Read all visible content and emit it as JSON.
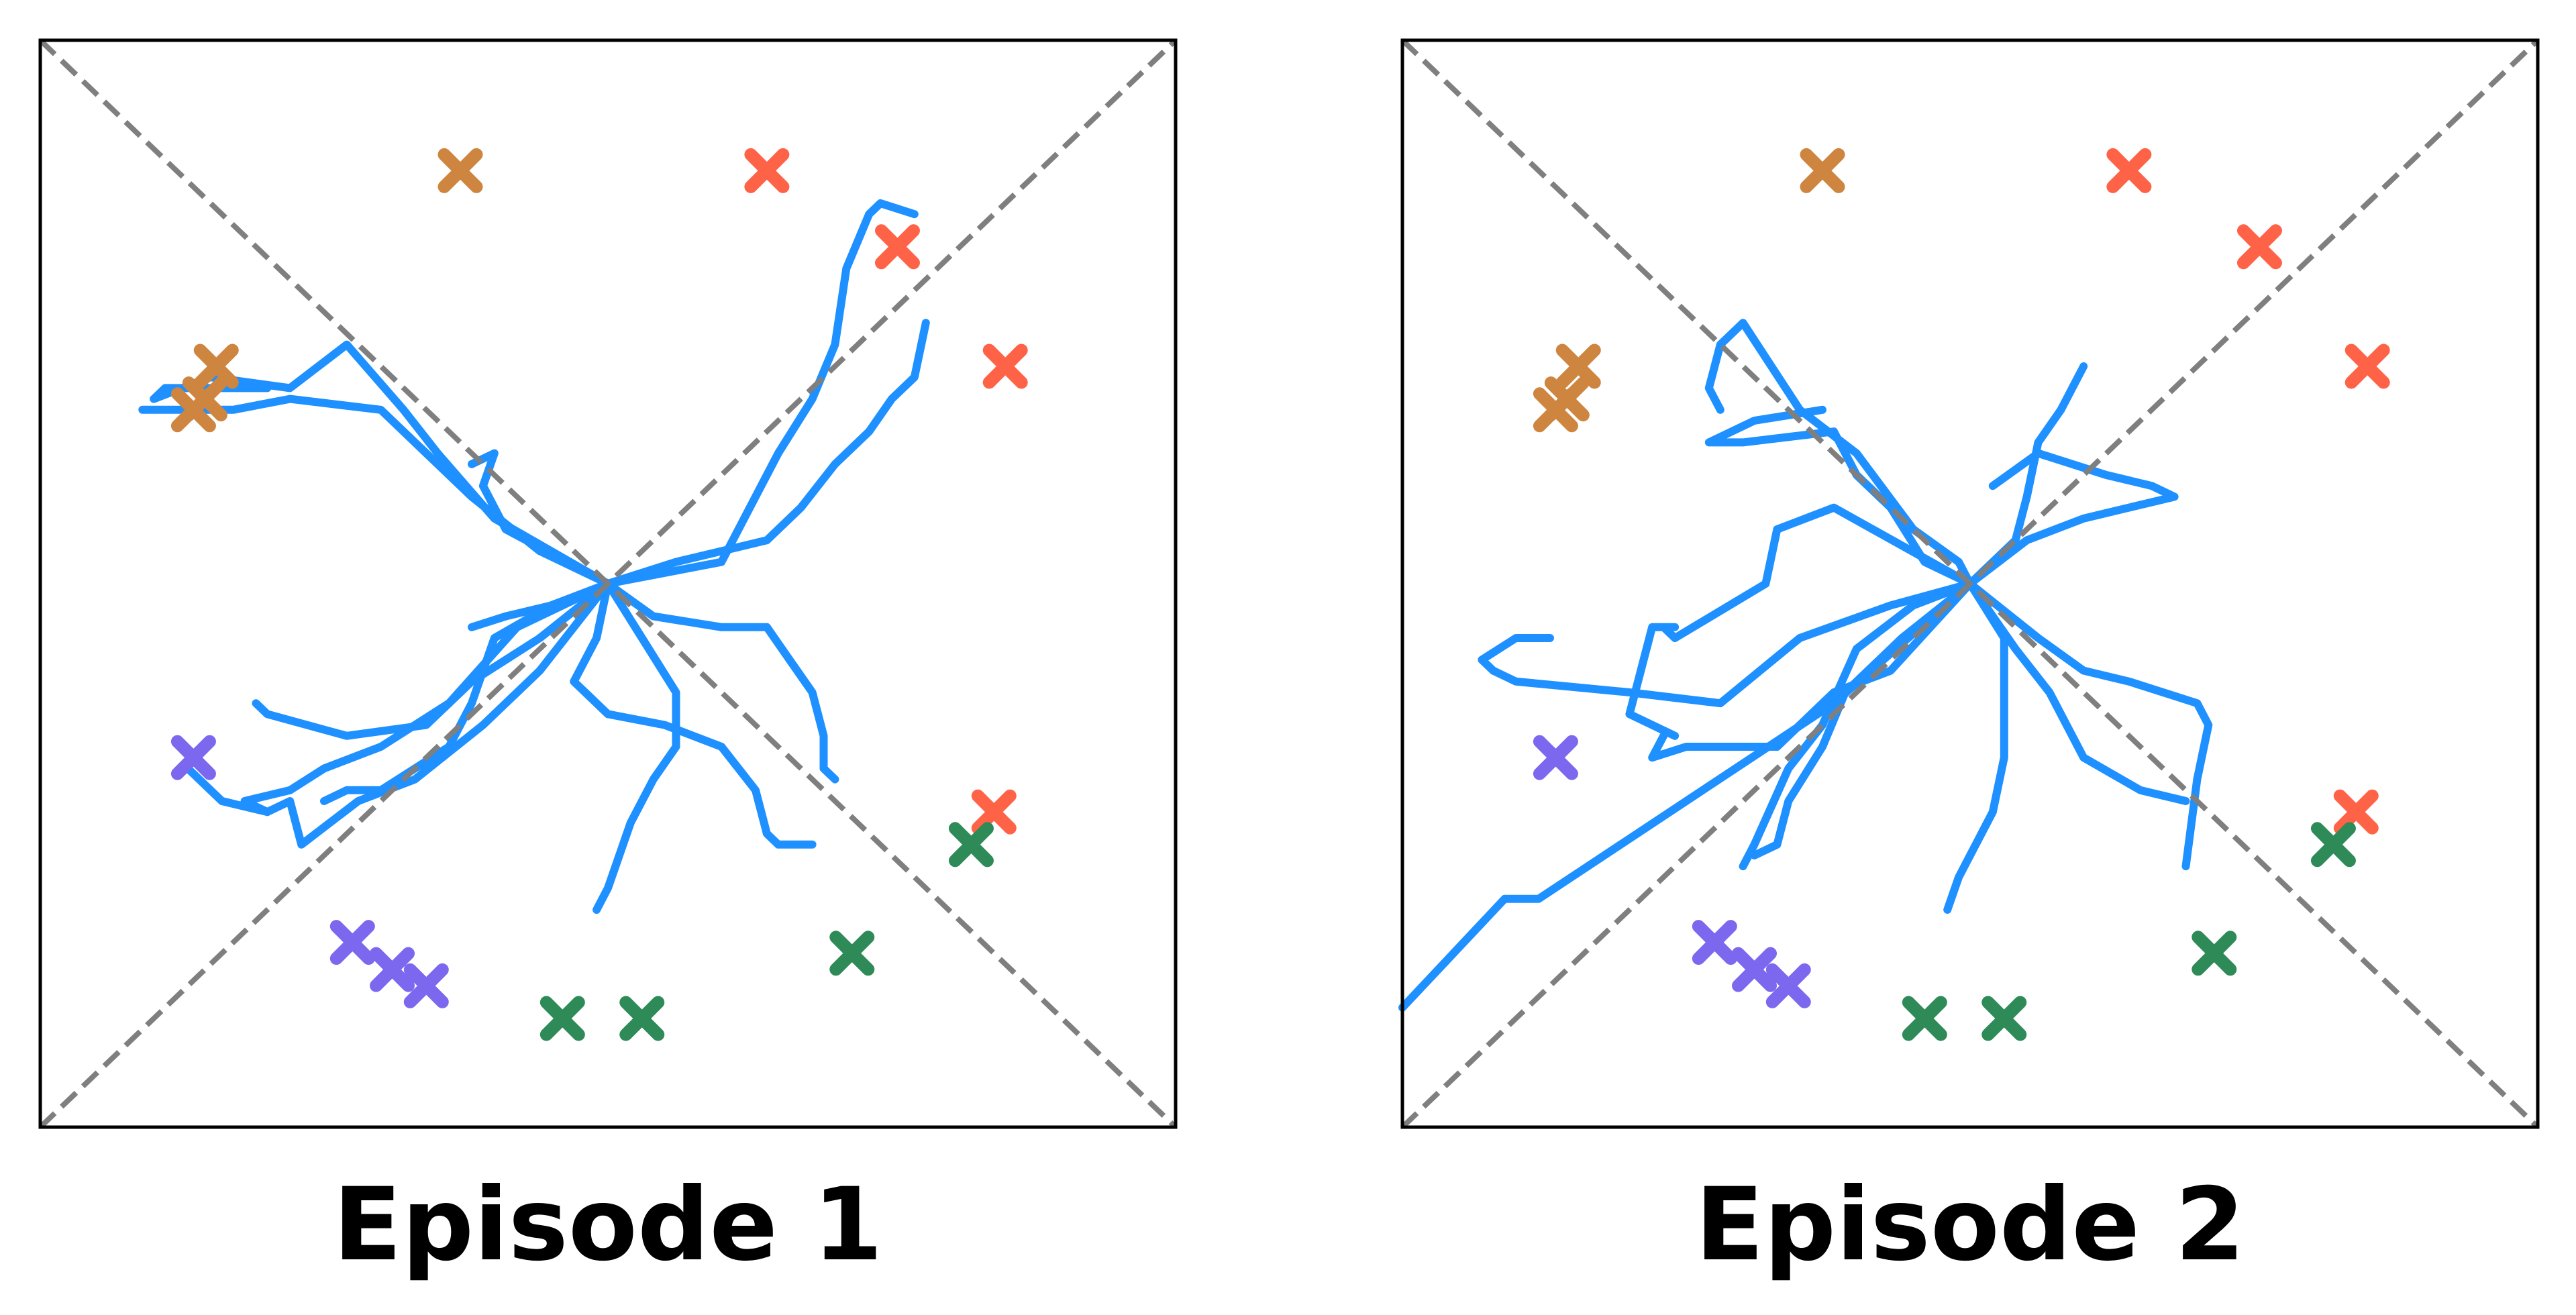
{
  "colors": {
    "trajectory": "#1e90ff",
    "brown": "#cd853f",
    "red": "#ff6347",
    "purple": "#7b68ee",
    "green": "#2e8b57",
    "diagonal": "#7f7f7f"
  },
  "chart_data": [
    {
      "type": "scatter",
      "title": "Episode 1",
      "xlim": [
        0,
        1
      ],
      "ylim": [
        0,
        1
      ],
      "grid": false,
      "ticks": false,
      "reference_lines": [
        {
          "style": "dashed",
          "x": [
            0,
            1
          ],
          "y": [
            0,
            1
          ]
        },
        {
          "style": "dashed",
          "x": [
            0,
            1
          ],
          "y": [
            1,
            0
          ]
        }
      ],
      "goals": [
        {
          "color": "brown",
          "points": [
            [
              0.37,
              0.88
            ],
            [
              0.155,
              0.7
            ],
            [
              0.145,
              0.67
            ],
            [
              0.135,
              0.66
            ]
          ]
        },
        {
          "color": "red",
          "points": [
            [
              0.64,
              0.88
            ],
            [
              0.755,
              0.81
            ],
            [
              0.85,
              0.7
            ],
            [
              0.84,
              0.29
            ]
          ]
        },
        {
          "color": "purple",
          "points": [
            [
              0.135,
              0.34
            ],
            [
              0.275,
              0.17
            ],
            [
              0.31,
              0.145
            ],
            [
              0.34,
              0.13
            ]
          ]
        },
        {
          "color": "green",
          "points": [
            [
              0.82,
              0.26
            ],
            [
              0.715,
              0.16
            ],
            [
              0.46,
              0.1
            ],
            [
              0.53,
              0.1
            ]
          ]
        }
      ],
      "trajectories": [
        [
          [
            0.5,
            0.5
          ],
          [
            0.44,
            0.42
          ],
          [
            0.39,
            0.37
          ],
          [
            0.33,
            0.32
          ],
          [
            0.28,
            0.3
          ],
          [
            0.23,
            0.26
          ],
          [
            0.22,
            0.3
          ],
          [
            0.2,
            0.29
          ],
          [
            0.16,
            0.3
          ],
          [
            0.13,
            0.33
          ]
        ],
        [
          [
            0.5,
            0.5
          ],
          [
            0.4,
            0.56
          ],
          [
            0.35,
            0.62
          ],
          [
            0.32,
            0.66
          ],
          [
            0.27,
            0.72
          ],
          [
            0.22,
            0.68
          ],
          [
            0.15,
            0.69
          ],
          [
            0.1,
            0.67
          ],
          [
            0.11,
            0.68
          ],
          [
            0.2,
            0.68
          ]
        ],
        [
          [
            0.5,
            0.5
          ],
          [
            0.44,
            0.53
          ],
          [
            0.38,
            0.58
          ],
          [
            0.35,
            0.61
          ],
          [
            0.3,
            0.66
          ],
          [
            0.22,
            0.67
          ],
          [
            0.17,
            0.66
          ],
          [
            0.09,
            0.66
          ]
        ],
        [
          [
            0.5,
            0.5
          ],
          [
            0.6,
            0.52
          ],
          [
            0.62,
            0.56
          ],
          [
            0.65,
            0.62
          ],
          [
            0.68,
            0.67
          ],
          [
            0.7,
            0.72
          ],
          [
            0.71,
            0.79
          ],
          [
            0.73,
            0.84
          ],
          [
            0.74,
            0.85
          ],
          [
            0.77,
            0.84
          ]
        ],
        [
          [
            0.5,
            0.5
          ],
          [
            0.56,
            0.52
          ],
          [
            0.6,
            0.53
          ],
          [
            0.64,
            0.54
          ],
          [
            0.67,
            0.57
          ],
          [
            0.7,
            0.61
          ],
          [
            0.73,
            0.64
          ],
          [
            0.75,
            0.67
          ],
          [
            0.77,
            0.69
          ],
          [
            0.78,
            0.74
          ]
        ],
        [
          [
            0.5,
            0.5
          ],
          [
            0.53,
            0.45
          ],
          [
            0.56,
            0.4
          ],
          [
            0.56,
            0.35
          ],
          [
            0.54,
            0.32
          ],
          [
            0.52,
            0.28
          ],
          [
            0.51,
            0.25
          ],
          [
            0.5,
            0.22
          ],
          [
            0.49,
            0.2
          ]
        ],
        [
          [
            0.5,
            0.5
          ],
          [
            0.54,
            0.47
          ],
          [
            0.6,
            0.46
          ],
          [
            0.64,
            0.46
          ],
          [
            0.66,
            0.43
          ],
          [
            0.68,
            0.4
          ],
          [
            0.69,
            0.36
          ],
          [
            0.69,
            0.33
          ],
          [
            0.7,
            0.32
          ]
        ],
        [
          [
            0.5,
            0.5
          ],
          [
            0.49,
            0.45
          ],
          [
            0.47,
            0.41
          ],
          [
            0.5,
            0.38
          ],
          [
            0.55,
            0.37
          ],
          [
            0.6,
            0.35
          ],
          [
            0.63,
            0.31
          ],
          [
            0.64,
            0.27
          ],
          [
            0.65,
            0.26
          ],
          [
            0.68,
            0.26
          ]
        ],
        [
          [
            0.5,
            0.5
          ],
          [
            0.45,
            0.48
          ],
          [
            0.4,
            0.45
          ],
          [
            0.38,
            0.39
          ],
          [
            0.36,
            0.35
          ],
          [
            0.3,
            0.31
          ],
          [
            0.27,
            0.31
          ],
          [
            0.25,
            0.3
          ]
        ],
        [
          [
            0.5,
            0.5
          ],
          [
            0.42,
            0.46
          ],
          [
            0.36,
            0.39
          ],
          [
            0.3,
            0.35
          ],
          [
            0.25,
            0.33
          ],
          [
            0.22,
            0.31
          ],
          [
            0.18,
            0.3
          ],
          [
            0.2,
            0.29
          ]
        ],
        [
          [
            0.5,
            0.5
          ],
          [
            0.41,
            0.55
          ],
          [
            0.39,
            0.59
          ],
          [
            0.4,
            0.62
          ],
          [
            0.38,
            0.61
          ]
        ],
        [
          [
            0.5,
            0.5
          ],
          [
            0.45,
            0.48
          ],
          [
            0.41,
            0.47
          ],
          [
            0.38,
            0.46
          ]
        ],
        [
          [
            0.5,
            0.5
          ],
          [
            0.44,
            0.45
          ],
          [
            0.38,
            0.41
          ],
          [
            0.34,
            0.37
          ],
          [
            0.27,
            0.36
          ],
          [
            0.2,
            0.38
          ],
          [
            0.19,
            0.39
          ]
        ]
      ]
    },
    {
      "type": "scatter",
      "title": "Episode 2",
      "xlim": [
        0,
        1
      ],
      "ylim": [
        0,
        1
      ],
      "grid": false,
      "ticks": false,
      "reference_lines": [
        {
          "style": "dashed",
          "x": [
            0,
            1
          ],
          "y": [
            0,
            1
          ]
        },
        {
          "style": "dashed",
          "x": [
            0,
            1
          ],
          "y": [
            1,
            0
          ]
        }
      ],
      "goals": [
        {
          "color": "brown",
          "points": [
            [
              0.37,
              0.88
            ],
            [
              0.155,
              0.7
            ],
            [
              0.145,
              0.67
            ],
            [
              0.135,
              0.66
            ]
          ]
        },
        {
          "color": "red",
          "points": [
            [
              0.64,
              0.88
            ],
            [
              0.755,
              0.81
            ],
            [
              0.85,
              0.7
            ],
            [
              0.84,
              0.29
            ]
          ]
        },
        {
          "color": "purple",
          "points": [
            [
              0.135,
              0.34
            ],
            [
              0.275,
              0.17
            ],
            [
              0.31,
              0.145
            ],
            [
              0.34,
              0.13
            ]
          ]
        },
        {
          "color": "green",
          "points": [
            [
              0.82,
              0.26
            ],
            [
              0.715,
              0.16
            ],
            [
              0.46,
              0.1
            ],
            [
              0.53,
              0.1
            ]
          ]
        }
      ],
      "trajectories": [
        [
          [
            0.5,
            0.5
          ],
          [
            0.38,
            0.39
          ],
          [
            0.25,
            0.3
          ],
          [
            0.12,
            0.21
          ],
          [
            0.09,
            0.21
          ],
          [
            0.0,
            0.11
          ]
        ],
        [
          [
            0.5,
            0.5
          ],
          [
            0.43,
            0.42
          ],
          [
            0.38,
            0.4
          ],
          [
            0.33,
            0.35
          ],
          [
            0.29,
            0.35
          ],
          [
            0.25,
            0.35
          ],
          [
            0.22,
            0.34
          ],
          [
            0.23,
            0.36
          ]
        ],
        [
          [
            0.5,
            0.5
          ],
          [
            0.43,
            0.48
          ],
          [
            0.35,
            0.45
          ],
          [
            0.28,
            0.39
          ],
          [
            0.2,
            0.4
          ],
          [
            0.1,
            0.41
          ],
          [
            0.08,
            0.42
          ],
          [
            0.07,
            0.43
          ],
          [
            0.1,
            0.45
          ],
          [
            0.13,
            0.45
          ]
        ],
        [
          [
            0.5,
            0.5
          ],
          [
            0.38,
            0.57
          ],
          [
            0.33,
            0.55
          ],
          [
            0.32,
            0.5
          ],
          [
            0.24,
            0.45
          ],
          [
            0.23,
            0.46
          ],
          [
            0.24,
            0.46
          ],
          [
            0.22,
            0.46
          ],
          [
            0.2,
            0.38
          ],
          [
            0.24,
            0.36
          ]
        ],
        [
          [
            0.5,
            0.5
          ],
          [
            0.49,
            0.52
          ],
          [
            0.45,
            0.55
          ],
          [
            0.4,
            0.62
          ],
          [
            0.35,
            0.66
          ],
          [
            0.3,
            0.74
          ],
          [
            0.28,
            0.72
          ],
          [
            0.27,
            0.68
          ],
          [
            0.28,
            0.66
          ]
        ],
        [
          [
            0.5,
            0.5
          ],
          [
            0.46,
            0.52
          ],
          [
            0.43,
            0.57
          ],
          [
            0.4,
            0.6
          ],
          [
            0.38,
            0.64
          ],
          [
            0.3,
            0.63
          ],
          [
            0.27,
            0.63
          ],
          [
            0.31,
            0.65
          ],
          [
            0.37,
            0.66
          ]
        ],
        [
          [
            0.5,
            0.5
          ],
          [
            0.54,
            0.54
          ],
          [
            0.55,
            0.58
          ],
          [
            0.56,
            0.63
          ],
          [
            0.58,
            0.66
          ],
          [
            0.59,
            0.68
          ],
          [
            0.6,
            0.7
          ]
        ],
        [
          [
            0.5,
            0.5
          ],
          [
            0.55,
            0.54
          ],
          [
            0.6,
            0.56
          ],
          [
            0.64,
            0.57
          ],
          [
            0.68,
            0.58
          ],
          [
            0.66,
            0.59
          ],
          [
            0.62,
            0.6
          ],
          [
            0.56,
            0.62
          ],
          [
            0.52,
            0.59
          ]
        ],
        [
          [
            0.5,
            0.5
          ],
          [
            0.56,
            0.45
          ],
          [
            0.6,
            0.42
          ],
          [
            0.64,
            0.41
          ],
          [
            0.7,
            0.39
          ],
          [
            0.71,
            0.37
          ],
          [
            0.7,
            0.32
          ],
          [
            0.69,
            0.24
          ]
        ],
        [
          [
            0.5,
            0.5
          ],
          [
            0.54,
            0.44
          ],
          [
            0.57,
            0.4
          ],
          [
            0.6,
            0.34
          ],
          [
            0.65,
            0.31
          ],
          [
            0.69,
            0.3
          ]
        ],
        [
          [
            0.5,
            0.5
          ],
          [
            0.53,
            0.45
          ],
          [
            0.53,
            0.4
          ],
          [
            0.53,
            0.34
          ],
          [
            0.52,
            0.29
          ],
          [
            0.49,
            0.23
          ],
          [
            0.48,
            0.2
          ]
        ],
        [
          [
            0.5,
            0.5
          ],
          [
            0.44,
            0.45
          ],
          [
            0.39,
            0.4
          ],
          [
            0.37,
            0.35
          ],
          [
            0.34,
            0.3
          ],
          [
            0.33,
            0.26
          ],
          [
            0.31,
            0.25
          ]
        ],
        [
          [
            0.5,
            0.5
          ],
          [
            0.45,
            0.48
          ],
          [
            0.4,
            0.44
          ],
          [
            0.37,
            0.37
          ],
          [
            0.34,
            0.33
          ],
          [
            0.31,
            0.26
          ],
          [
            0.3,
            0.24
          ]
        ]
      ]
    }
  ]
}
